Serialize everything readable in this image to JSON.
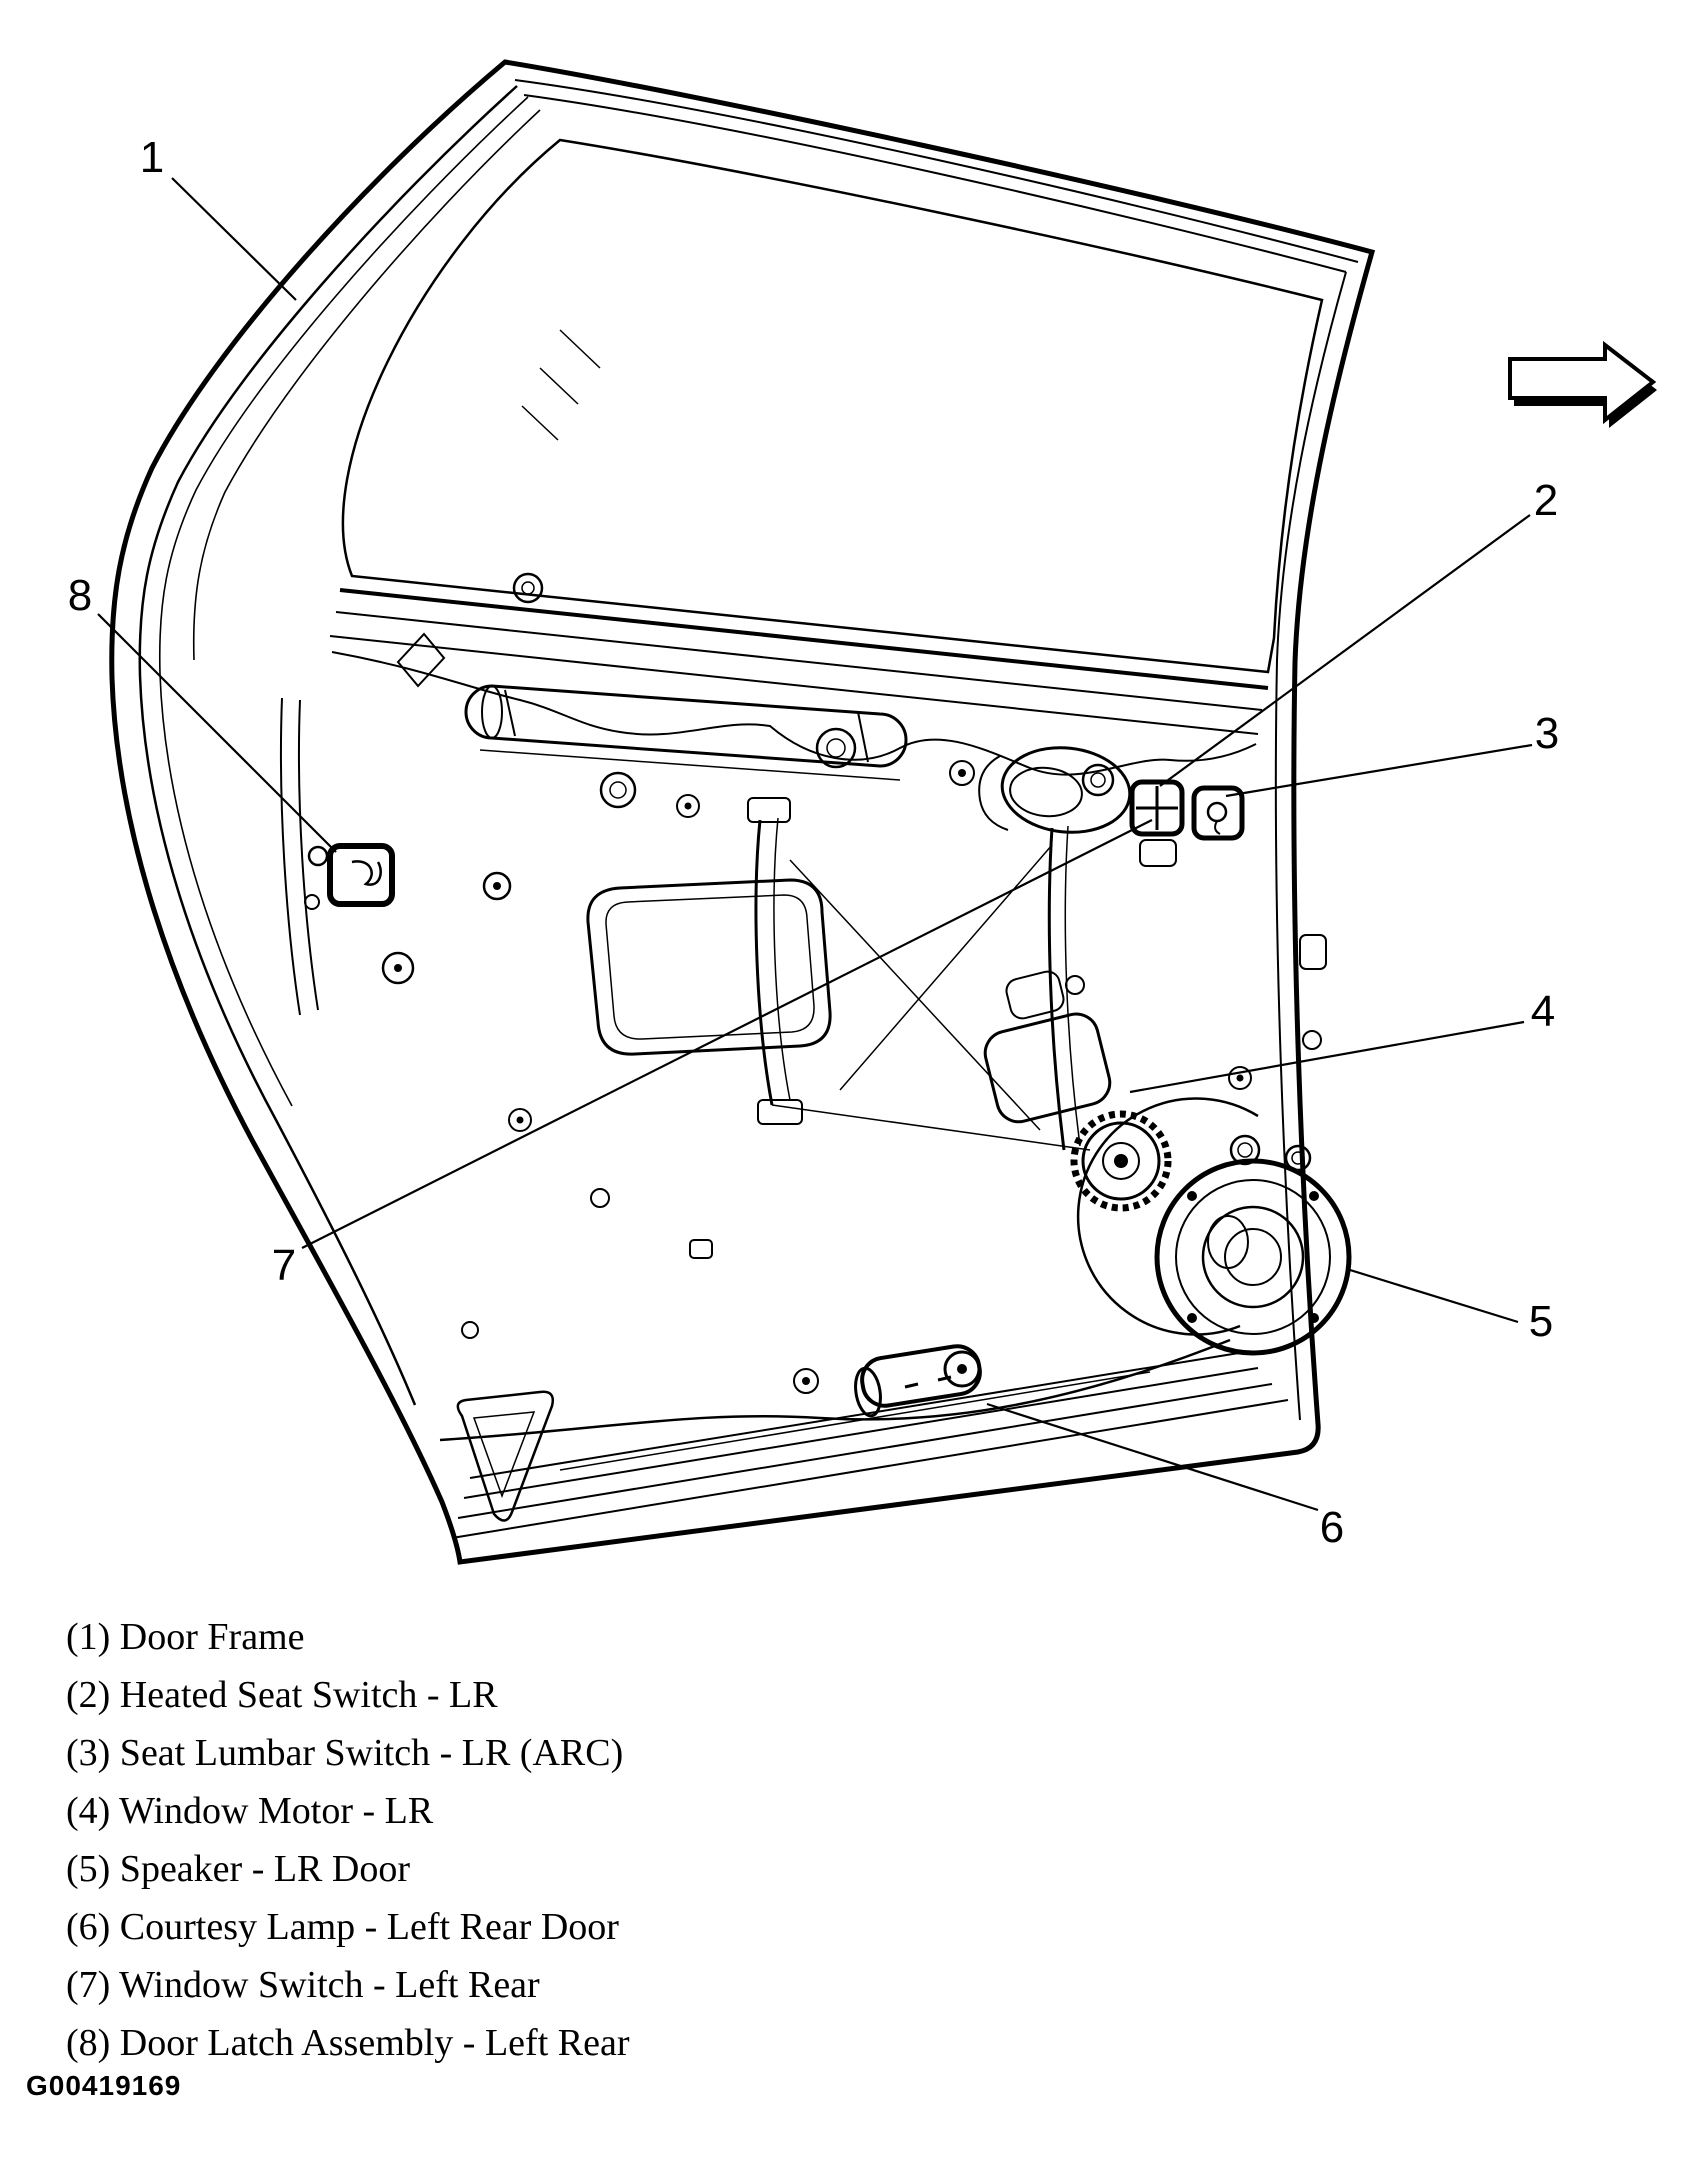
{
  "diagram": {
    "title_code": "G00419169",
    "arrow_icon": "direction-arrow-right",
    "callouts": [
      {
        "n": "1",
        "target": "door frame"
      },
      {
        "n": "2",
        "target": "heated seat switch"
      },
      {
        "n": "3",
        "target": "seat lumbar switch"
      },
      {
        "n": "4",
        "target": "window motor"
      },
      {
        "n": "5",
        "target": "speaker"
      },
      {
        "n": "6",
        "target": "courtesy lamp"
      },
      {
        "n": "7",
        "target": "window switch"
      },
      {
        "n": "8",
        "target": "door latch assembly"
      }
    ]
  },
  "legend": {
    "items": [
      "(1) Door Frame",
      "(2) Heated Seat Switch - LR",
      "(3) Seat Lumbar Switch - LR (ARC)",
      "(4) Window Motor - LR",
      "(5) Speaker - LR Door",
      "(6) Courtesy Lamp - Left Rear Door",
      "(7) Window Switch - Left Rear",
      "(8) Door Latch Assembly - Left Rear"
    ]
  },
  "colors": {
    "ink": "#000000",
    "paper": "#ffffff"
  }
}
